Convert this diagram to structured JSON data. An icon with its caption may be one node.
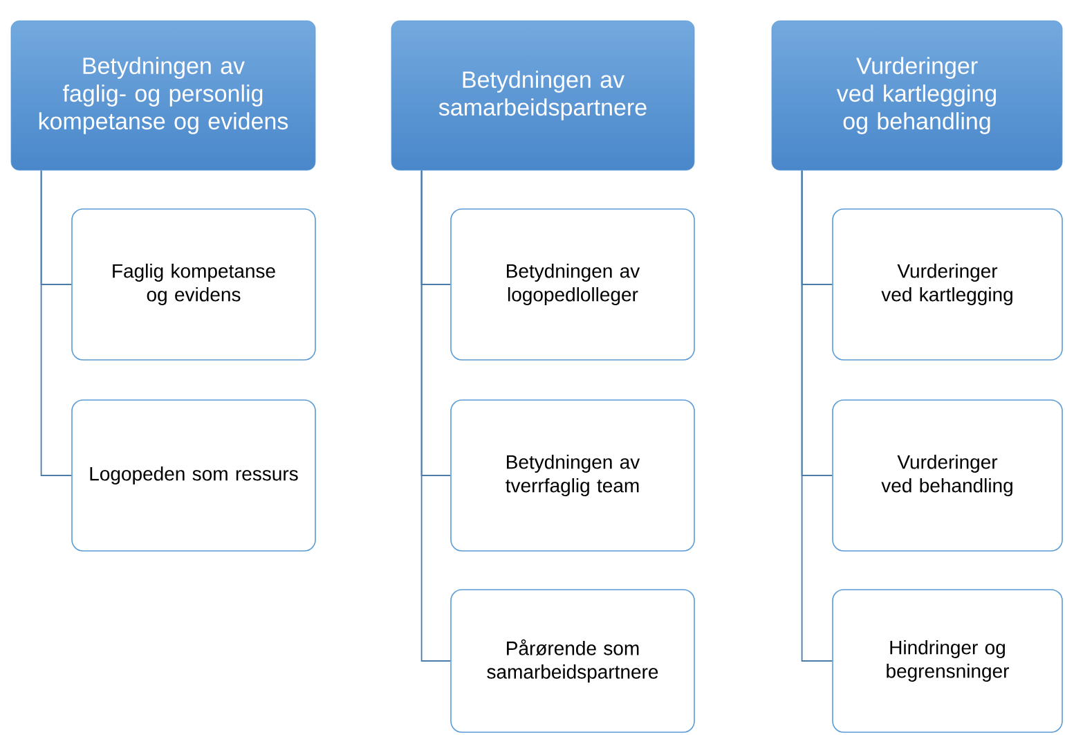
{
  "diagram": {
    "nodes": [
      {
        "text": [
          "Betydningen av faglig- og personlig kompetanse og evidens"
        ]
      },
      {
        "text": [
          "Faglig kompetanse og evidens"
        ]
      },
      {
        "text": [
          "Logopeden som ressurs"
        ]
      },
      {
        "text": [
          "Betydningen av samarbeidspartnere"
        ]
      },
      {
        "text": [
          "Betydningen av logopedlolleger"
        ]
      },
      {
        "text": [
          "Betydningen av tverrfaglig team"
        ]
      },
      {
        "text": [
          "Pårørende som samarbeidspartnere"
        ]
      },
      {
        "text": [
          "Vurderinger ved kartlegging og behandling"
        ]
      },
      {
        "text": [
          "Vurderinger ved kartlegging"
        ]
      },
      {
        "text": [
          "Vurderinger ved behandling"
        ]
      },
      {
        "text": [
          "Hindringer og begrensninger"
        ]
      }
    ],
    "edges": [
      {
        "from": 0,
        "to": 1,
        "arrow": "none"
      },
      {
        "from": 0,
        "to": 2,
        "arrow": "none"
      },
      {
        "from": 3,
        "to": 4,
        "arrow": "none"
      },
      {
        "from": 3,
        "to": 5,
        "arrow": "none"
      },
      {
        "from": 3,
        "to": 6,
        "arrow": "none"
      },
      {
        "from": 7,
        "to": 8,
        "arrow": "none"
      },
      {
        "from": 7,
        "to": 9,
        "arrow": "none"
      },
      {
        "from": 7,
        "to": 10,
        "arrow": "none"
      }
    ]
  }
}
